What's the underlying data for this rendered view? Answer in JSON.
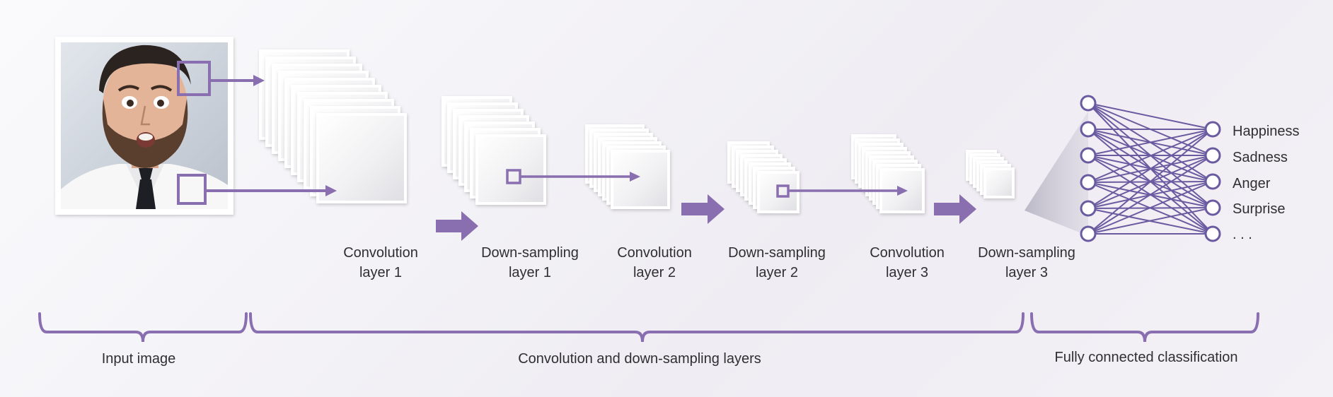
{
  "colors": {
    "accent": "#8a6fb0",
    "accent_dark": "#6a5497",
    "net_line": "#6a5aa0",
    "text": "#2f2f33"
  },
  "input": {
    "picture": "photo of a surprised bearded man in white shirt and dark tie"
  },
  "layers": [
    {
      "line1": "Convolution",
      "line2": "layer 1"
    },
    {
      "line1": "Down-sampling",
      "line2": "layer 1"
    },
    {
      "line1": "Convolution",
      "line2": "layer 2"
    },
    {
      "line1": "Down-sampling",
      "line2": "layer 2"
    },
    {
      "line1": "Convolution",
      "line2": "layer 3"
    },
    {
      "line1": "Down-sampling",
      "line2": "layer 3"
    }
  ],
  "outputs": [
    "Happiness",
    "Sadness",
    "Anger",
    "Surprise",
    ". . ."
  ],
  "sections": {
    "input": "Input image",
    "conv": "Convolution and down-sampling layers",
    "fc": "Fully connected classification"
  }
}
